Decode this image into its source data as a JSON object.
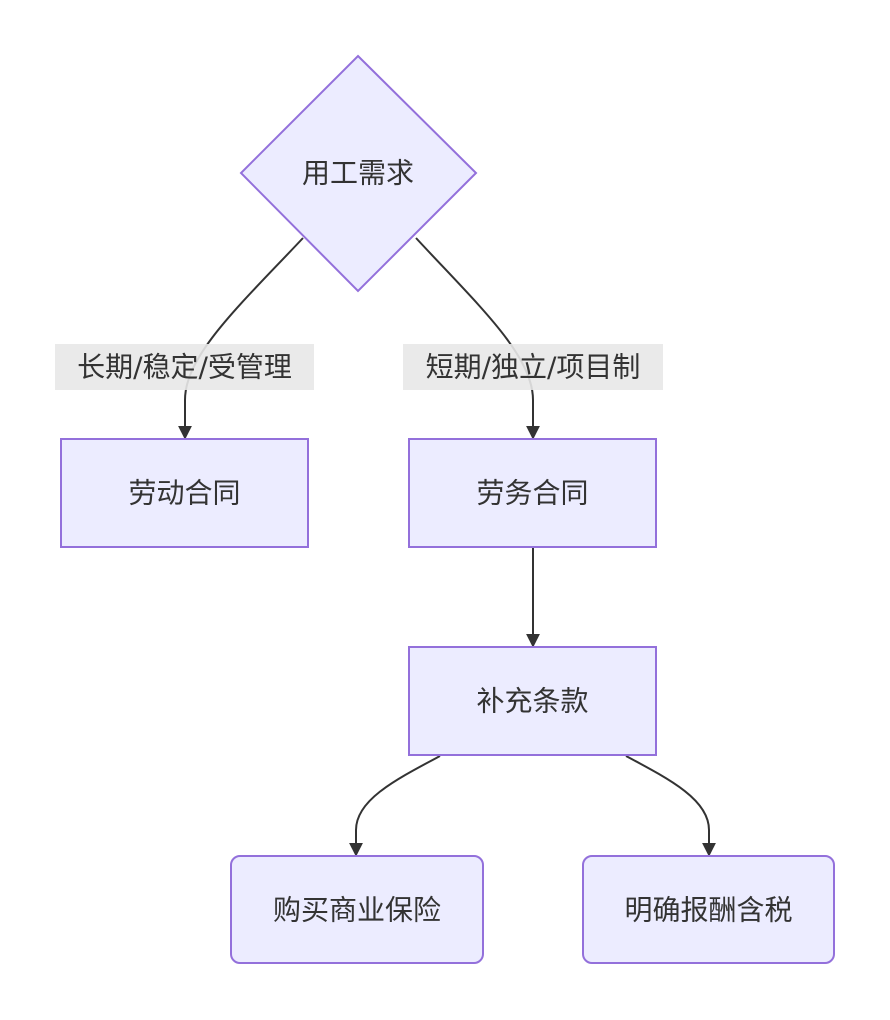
{
  "colors": {
    "node_fill": "#ECECFF",
    "node_stroke": "#9370DB",
    "edge": "#333333",
    "label_bg": "#e8e8e8",
    "text": "#333333"
  },
  "nodes": {
    "need": "用工需求",
    "labor": "劳动合同",
    "service": "劳务合同",
    "supplement": "补充条款",
    "insurance": "购买商业保险",
    "tax": "明确报酬含税"
  },
  "edges": {
    "long_term": "长期/稳定/受管理",
    "short_term": "短期/独立/项目制"
  }
}
